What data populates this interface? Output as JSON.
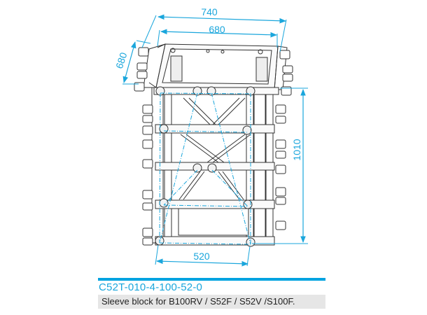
{
  "diagram": {
    "type": "technical-drawing",
    "subject": "truss sleeve block",
    "dimensions": {
      "overall_width": "740",
      "inner_width": "680",
      "depth": "680",
      "height": "1010",
      "base_width": "520"
    },
    "colors": {
      "dimension_lines": "#1aa6dc",
      "line_art": "#333333",
      "accent_bar": "#00a3e0",
      "description_bg": "#e6e6e6"
    }
  },
  "product": {
    "code": "C52T-010-4-100-52-0",
    "description": "Sleeve block for B100RV / S52F / S52V /S100F."
  }
}
